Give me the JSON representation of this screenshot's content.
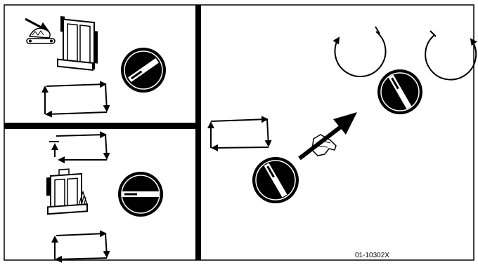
{
  "figure": {
    "reference_code": "01-10302X"
  },
  "panels": [
    {
      "id": "top-left",
      "content": [
        "sweeper-machine-icon",
        "conveyor-pointer-icon",
        "rotary-knob-icon",
        "rectangular-cycle-arrows-icon"
      ]
    },
    {
      "id": "bottom-left",
      "content": [
        "rectangular-cycle-arrows-icon",
        "sweeper-machine-icon",
        "rotary-knob-icon",
        "rectangular-cycle-arrows-icon"
      ]
    },
    {
      "id": "right",
      "content": [
        "rectangular-cycle-arrows-icon",
        "rotary-knob-icon",
        "hand-pointer-icon",
        "direction-arrow-icon",
        "rotary-knob-icon",
        "rotate-counterclockwise-icon",
        "rotate-clockwise-icon"
      ]
    }
  ],
  "colors": {
    "ink": "#000000",
    "paper": "#ffffff"
  }
}
